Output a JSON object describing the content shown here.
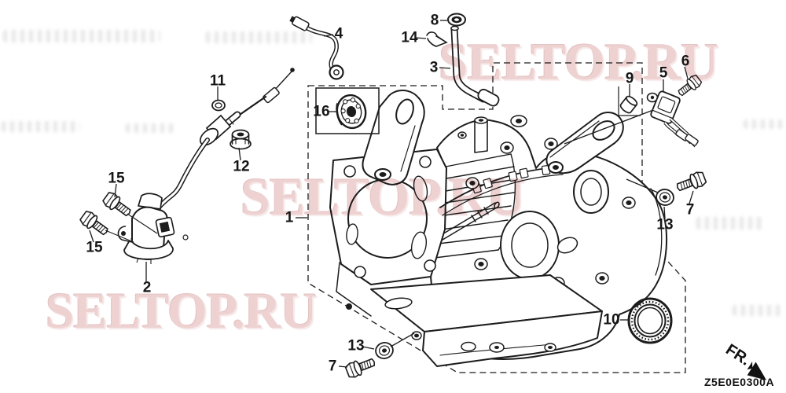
{
  "diagram": {
    "code": "Z5E0E0300A",
    "direction_label": "FR.",
    "watermark_text": "SELTOP.RU",
    "colors": {
      "line": "#1c1c1c",
      "watermark": "#eed2d2"
    },
    "callouts": [
      {
        "id": "1",
        "number": "1"
      },
      {
        "id": "2",
        "number": "2"
      },
      {
        "id": "3",
        "number": "3"
      },
      {
        "id": "4",
        "number": "4"
      },
      {
        "id": "5",
        "number": "5"
      },
      {
        "id": "6",
        "number": "6"
      },
      {
        "id": "7-bottom",
        "number": "7"
      },
      {
        "id": "7-right",
        "number": "7"
      },
      {
        "id": "8",
        "number": "8"
      },
      {
        "id": "9",
        "number": "9"
      },
      {
        "id": "10",
        "number": "10"
      },
      {
        "id": "11",
        "number": "11"
      },
      {
        "id": "12",
        "number": "12"
      },
      {
        "id": "13-bottom",
        "number": "13"
      },
      {
        "id": "13-right",
        "number": "13"
      },
      {
        "id": "14",
        "number": "14"
      },
      {
        "id": "15-upper",
        "number": "15"
      },
      {
        "id": "15-lower",
        "number": "15"
      },
      {
        "id": "16",
        "number": "16"
      }
    ]
  }
}
